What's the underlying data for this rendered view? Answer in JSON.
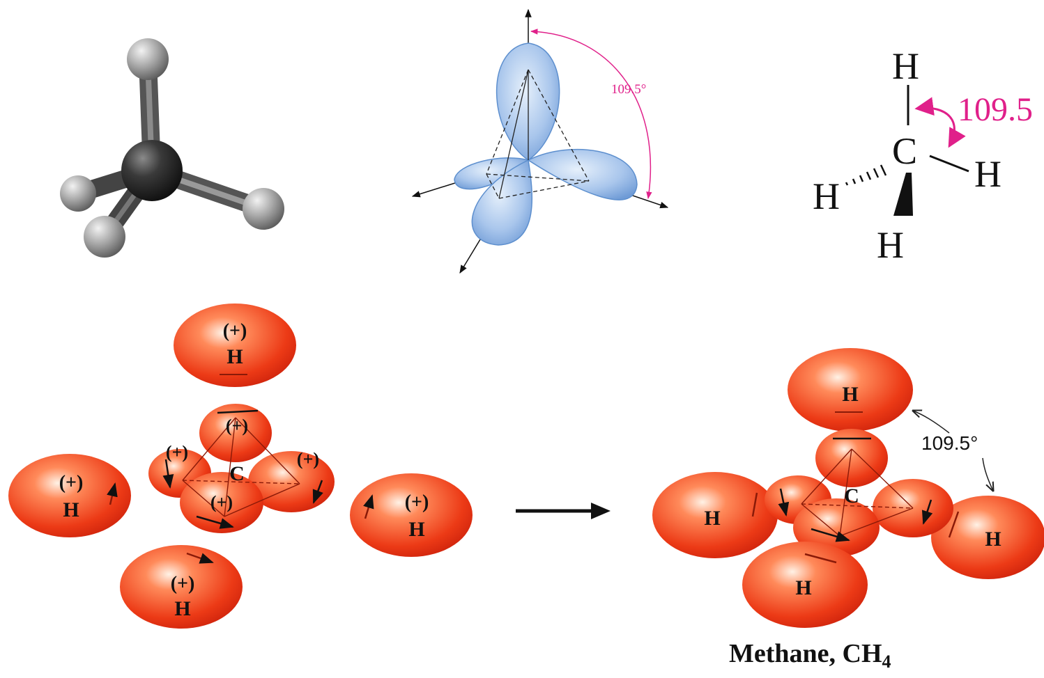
{
  "ball_stick": {
    "atom_colors": {
      "carbon": "#2f2f2f",
      "hydrogen": "#9a9a9a"
    }
  },
  "orbital_diagram": {
    "angle_label": "109.5°",
    "lobe_color": "#7aa6dc",
    "angle_color": "#e0208a"
  },
  "structural_formula": {
    "center_atom": "C",
    "top_atom": "H",
    "right_atom": "H",
    "left_atom": "H",
    "bottom_atom": "H",
    "angle_label": "109.5",
    "angle_color": "#e0208a"
  },
  "orbital_overlap_before": {
    "center_atom": "C",
    "hydrogen_atoms": [
      {
        "charge": "(+)",
        "symbol": "H"
      },
      {
        "charge": "(+)",
        "symbol": "H"
      },
      {
        "charge": "(+)",
        "symbol": "H"
      },
      {
        "charge": "(+)",
        "symbol": "H"
      }
    ],
    "carbon_lobe_charges": [
      "(+)",
      "(+)",
      "(+)",
      "(+)"
    ],
    "sphere_color": "#e8321a"
  },
  "reaction_arrow": {
    "icon": "right-arrow-icon"
  },
  "orbital_overlap_after": {
    "center_atom": "C",
    "hydrogen_atoms": [
      "H",
      "H",
      "H",
      "H"
    ],
    "angle_label": "109.5°"
  },
  "caption": {
    "name": "Methane, CH",
    "subscript": "4"
  }
}
